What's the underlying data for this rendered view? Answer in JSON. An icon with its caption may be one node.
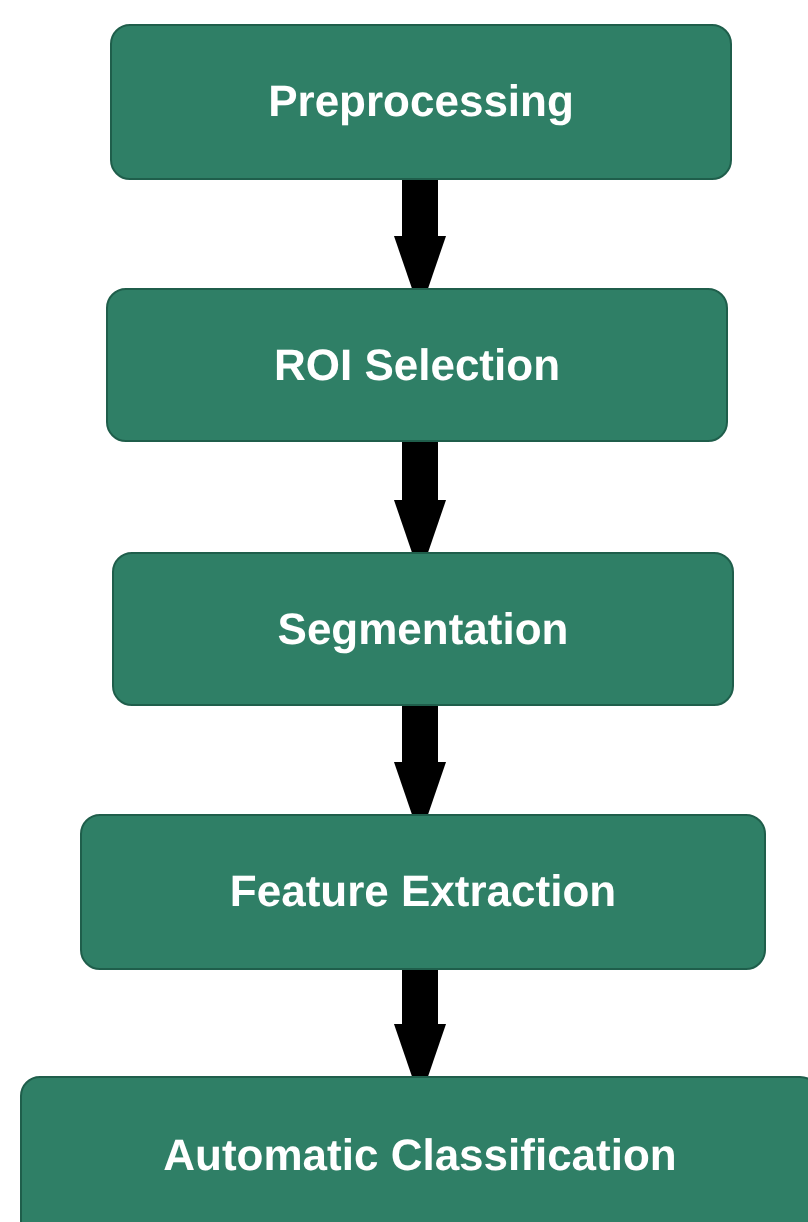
{
  "diagram": {
    "nodes": [
      {
        "text": [
          "Preprocessing"
        ]
      },
      {
        "text": [
          "ROI Selection"
        ]
      },
      {
        "text": [
          "Segmentation"
        ]
      },
      {
        "text": [
          "Feature Extraction"
        ]
      },
      {
        "text": [
          "Automatic Classification"
        ]
      }
    ],
    "edges": [
      {
        "from": 0,
        "to": 1,
        "arrow": "to"
      },
      {
        "from": 1,
        "to": 2,
        "arrow": "to"
      },
      {
        "from": 2,
        "to": 3,
        "arrow": "to"
      },
      {
        "from": 3,
        "to": 4,
        "arrow": "to"
      }
    ]
  }
}
